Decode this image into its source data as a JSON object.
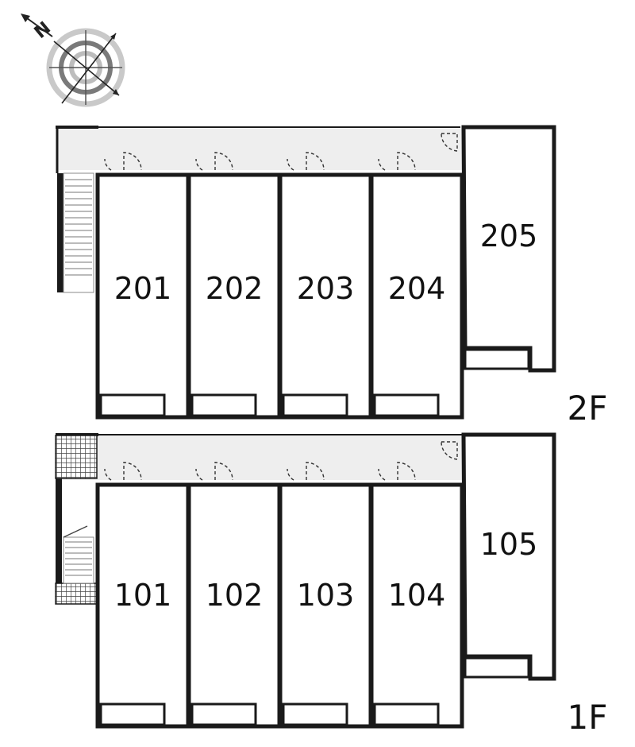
{
  "compass": {
    "north_label": "N",
    "icon": "compass-rose-icon"
  },
  "floors": [
    {
      "label": "2F",
      "units": [
        "201",
        "202",
        "203",
        "204",
        "205"
      ]
    },
    {
      "label": "1F",
      "units": [
        "101",
        "102",
        "103",
        "104",
        "105"
      ]
    }
  ],
  "colors": {
    "wall": "#1a1a1a",
    "corridor": "#eeeeee",
    "stairs_tile": "#555555"
  }
}
